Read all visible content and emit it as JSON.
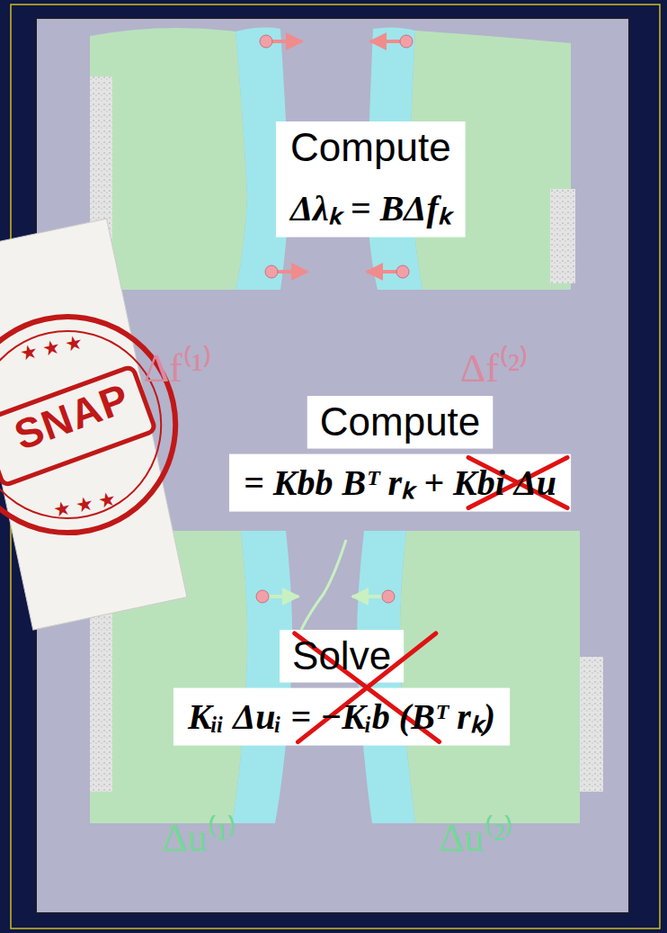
{
  "diagram": {
    "nodes": [
      {
        "text": [
          "Compute",
          "Δλₖ = BΔfₖ"
        ]
      },
      {
        "text": [
          "Compute",
          "= Kbb Bᵀ rₖ + Kbi Δu"
        ]
      },
      {
        "text": [
          "Solve",
          "Kᵢᵢ Δuᵢ = −Kᵢb (Bᵀ rₖ)"
        ]
      }
    ],
    "labels": [
      "Δf⁽¹⁾",
      "Δf⁽²⁾",
      "SNAP",
      "Δu⁽¹⁾",
      "Δu⁽²⁾"
    ]
  }
}
